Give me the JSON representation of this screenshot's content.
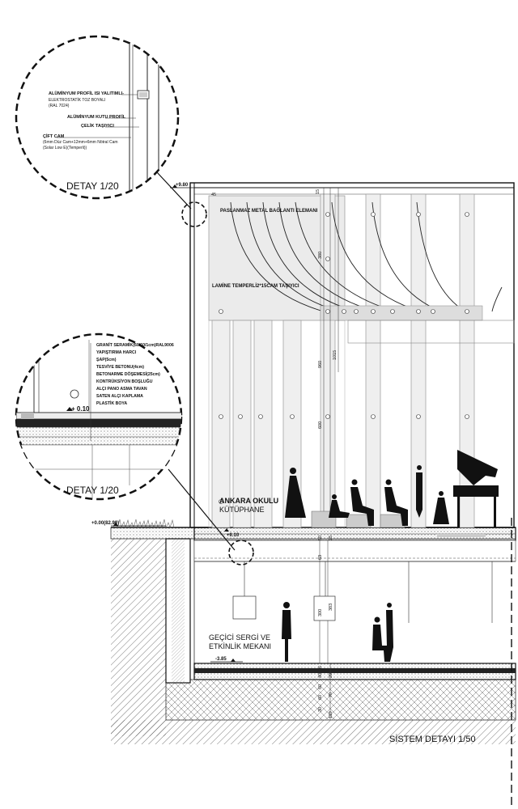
{
  "detail_top": {
    "title": "DETAY 1/20",
    "label_1": "ALÜMİNYUM PROFİL ISI YALITIMLI-",
    "label_1b": "ELEKTROSTATİK TOZ BOYALI",
    "label_1c": "(RAL 7024)",
    "label_2": "ALÜMİNYUM KUTU PROFİL",
    "label_3": "ÇELİK TAŞIYICI",
    "label_4": "ÇİFT CAM",
    "label_4b": "(6mm Düz Cam+12mm+6mm Nötral Cam",
    "label_4c": "(Solar Low E)(Temperli))"
  },
  "detail_mid": {
    "title": "DETAY 1/20",
    "level": "+ 0.10",
    "layers": [
      "GRANİT SERAMİK(60/60/1cm)RAL9006",
      "YAPIŞTIRMA HARCI",
      "ŞAP(5cm)",
      "TESVİYE BETONU(4cm)",
      "BETONARME DÖŞEMESİ(25cm)",
      "KONTRÜKSİYON BOŞLUĞU",
      "ALÇI PANO ASMA TAVAN",
      "SATEN ALÇI KAPLAMA",
      "PLASTİK BOYA"
    ]
  },
  "section": {
    "label_bracket": "PASLANMAZ METAL BAĞLANTI ELEMANI",
    "label_glass": "LAMİNE TEMPERLİ2*15CAM TAŞIYICI",
    "space_upper_1": "ANKARA OKULU",
    "space_upper_2": "KÜTÜPHANE",
    "space_lower_1": "GEÇİCİ SERGİ VE",
    "space_lower_2": "ETKİNLİK MEKANI",
    "level_top": "+9.80",
    "level_floor": "+0.10",
    "level_ground": "+0.00(82.90)",
    "level_basement": "-3.85",
    "dims": [
      "45",
      "15",
      "380",
      "960",
      "1015",
      "600",
      "50",
      "25",
      "63",
      "300",
      "383",
      "6",
      "40",
      "20",
      "60",
      "60",
      "30",
      "70",
      "119"
    ],
    "sheet_title": "SİSTEM DETAYI 1/50"
  }
}
